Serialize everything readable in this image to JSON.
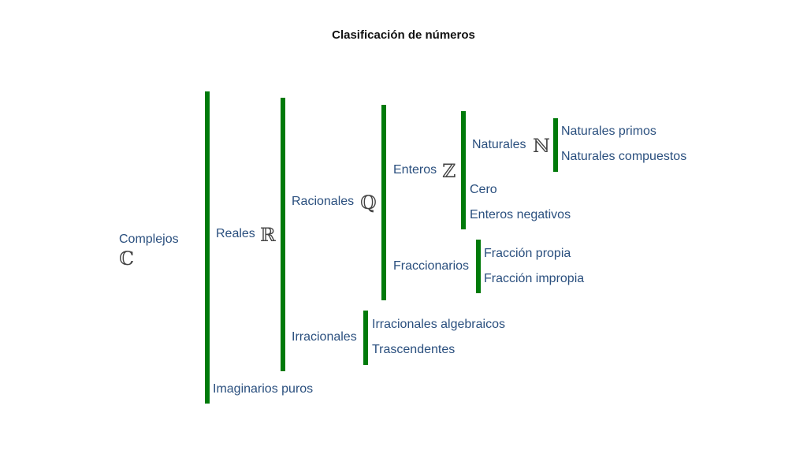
{
  "title": "Clasificación de números",
  "colors": {
    "bar": "#007a0a",
    "label": "#2a4f7e",
    "symbol": "#444444"
  },
  "nodes": {
    "complejos": {
      "label": "Complejos",
      "symbol": "ℂ"
    },
    "reales": {
      "label": "Reales",
      "symbol": "ℝ"
    },
    "imaginarios_puros": {
      "label": "Imaginarios puros"
    },
    "racionales": {
      "label": "Racionales",
      "symbol": "ℚ"
    },
    "irracionales": {
      "label": "Irracionales"
    },
    "enteros": {
      "label": "Enteros",
      "symbol": "ℤ"
    },
    "fraccionarios": {
      "label": "Fraccionarios"
    },
    "naturales": {
      "label": "Naturales",
      "symbol": "ℕ"
    },
    "cero": {
      "label": "Cero"
    },
    "enteros_negativos": {
      "label": "Enteros negativos"
    },
    "naturales_primos": {
      "label": "Naturales primos"
    },
    "naturales_compuestos": {
      "label": "Naturales compuestos"
    },
    "fraccion_propia": {
      "label": "Fracción propia"
    },
    "fraccion_impropia": {
      "label": "Fracción impropia"
    },
    "irracionales_algebraicos": {
      "label": "Irracionales algebraicos"
    },
    "trascendentes": {
      "label": "Trascendentes"
    }
  }
}
